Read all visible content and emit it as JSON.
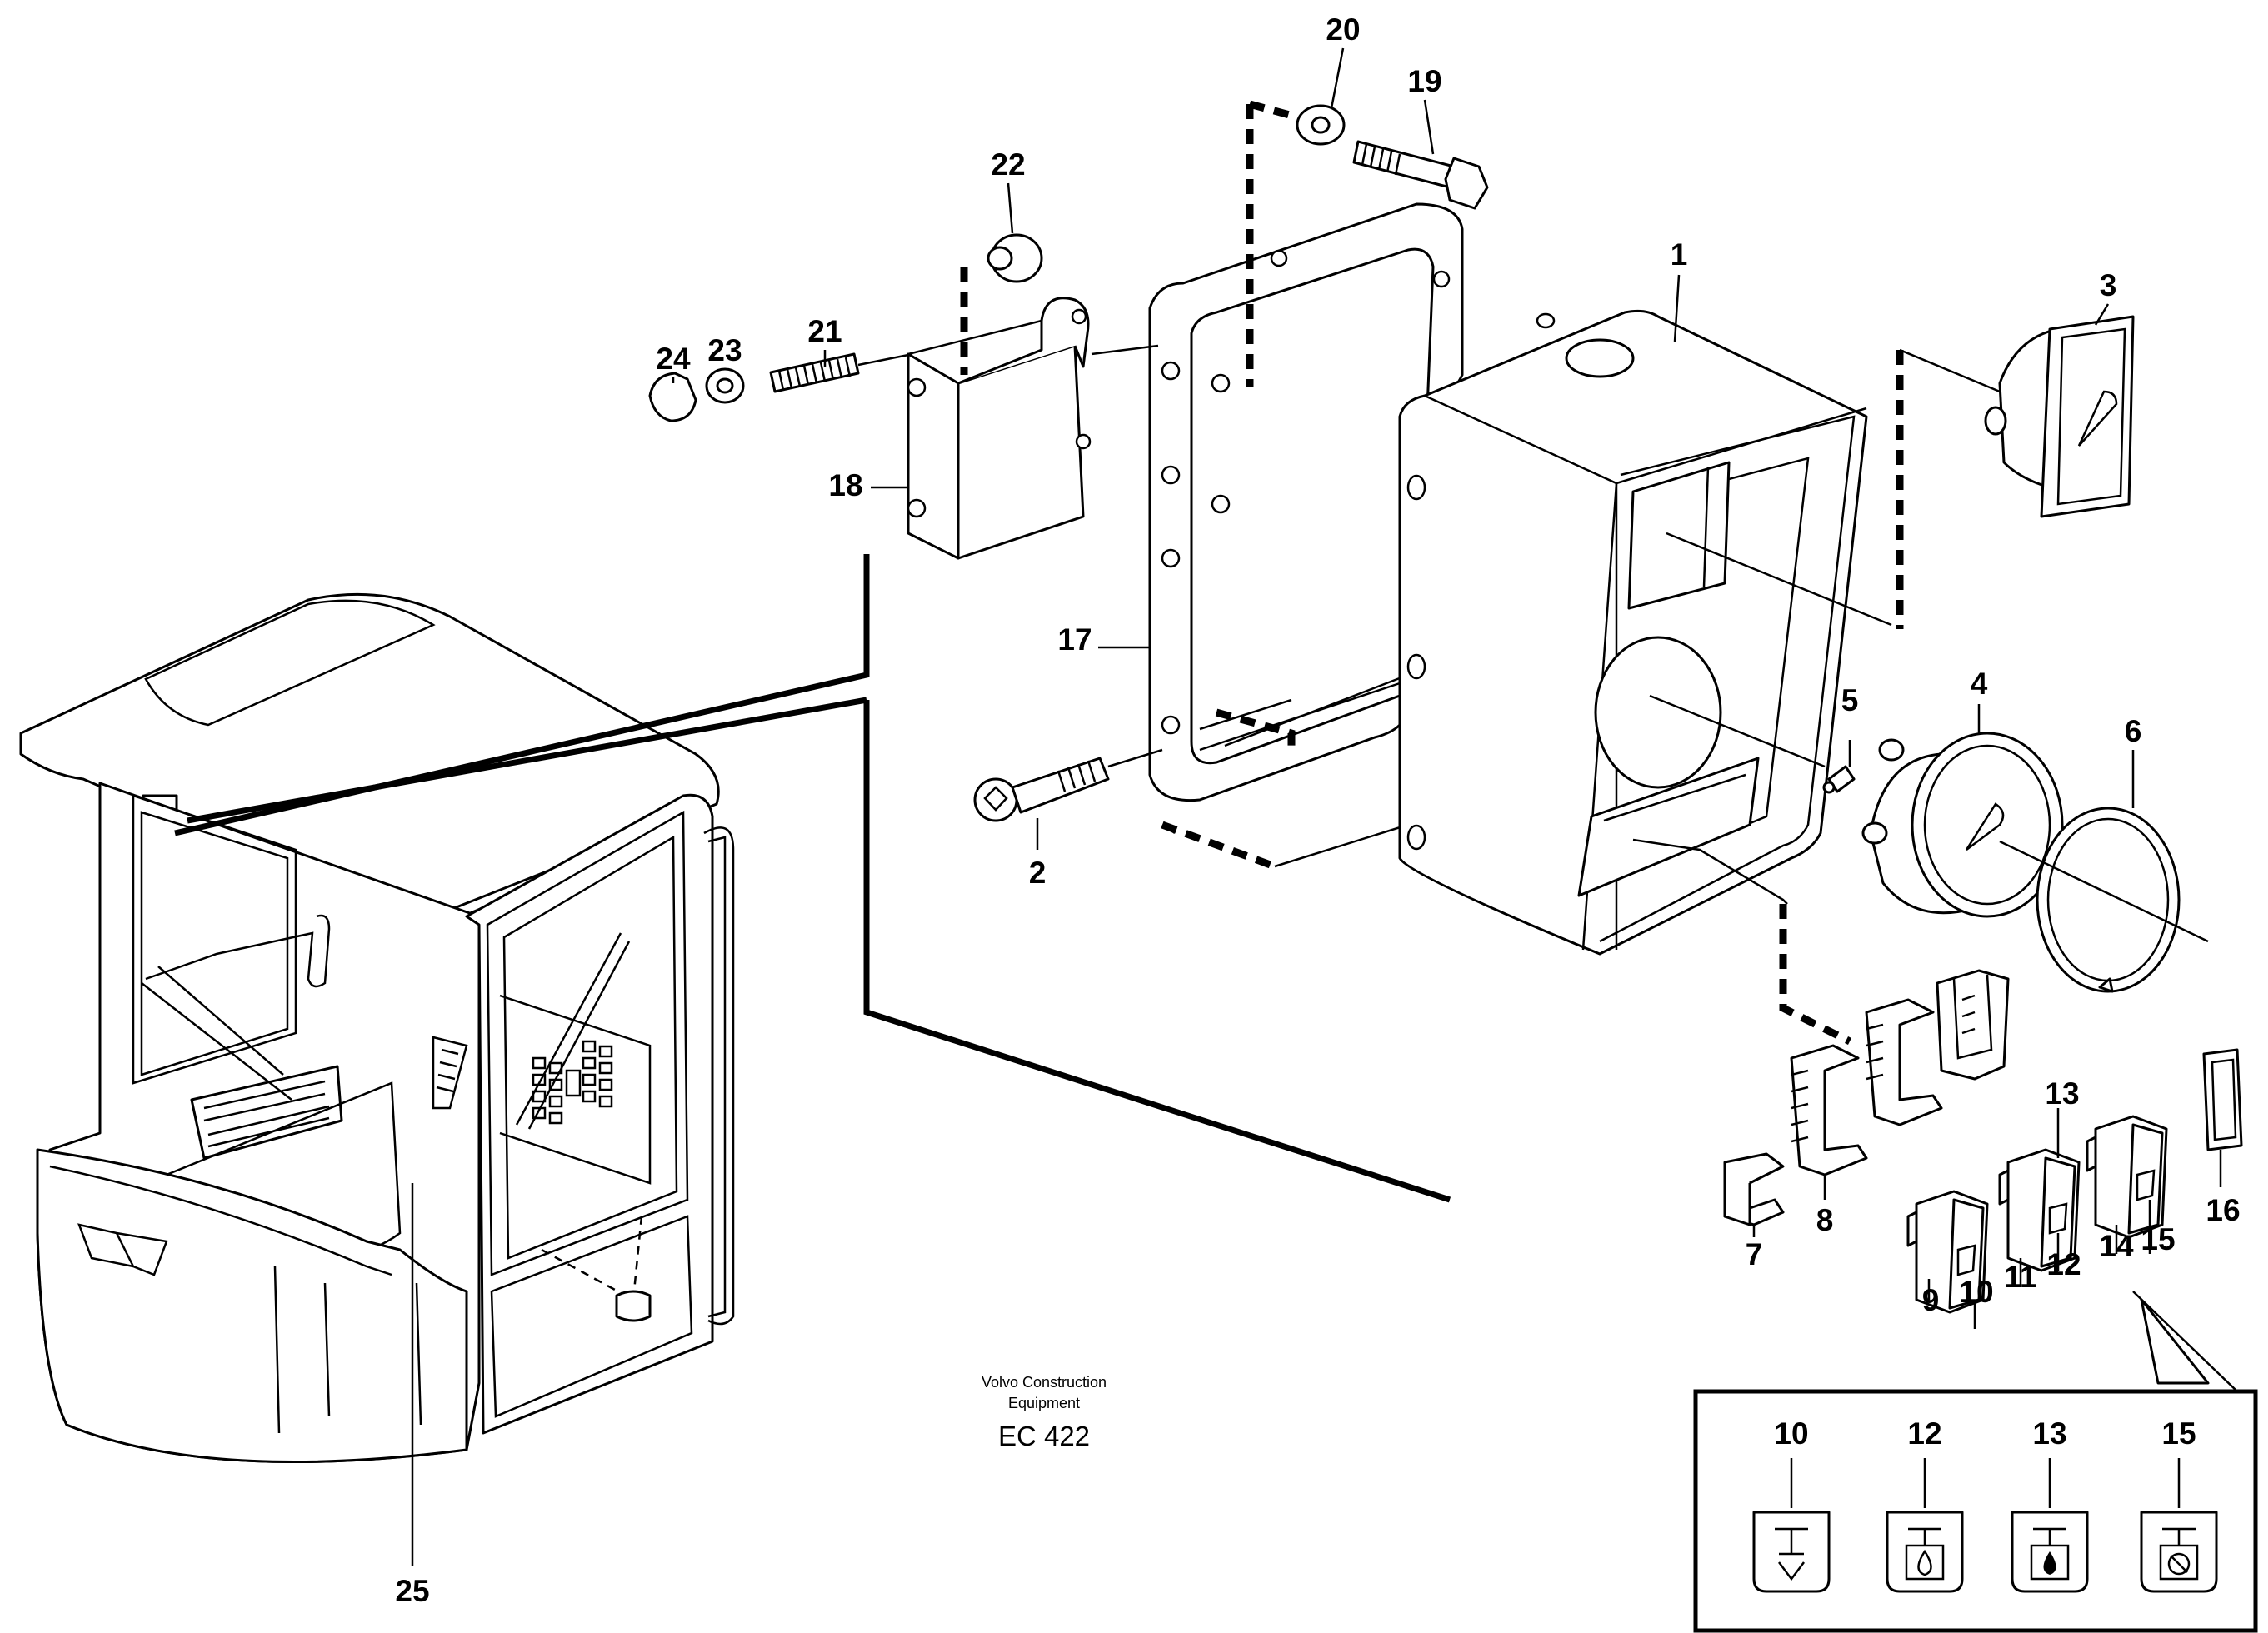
{
  "diagram": {
    "part_labels": {
      "p1": "1",
      "p2": "2",
      "p3": "3",
      "p4": "4",
      "p5": "5",
      "p6": "6",
      "p7": "7",
      "p8": "8",
      "p9": "9",
      "p10": "10",
      "p11": "11",
      "p12": "12",
      "p13": "13",
      "p14": "14",
      "p15": "15",
      "p16": "16",
      "p17": "17",
      "p18": "18",
      "p19": "19",
      "p20": "20",
      "p21": "21",
      "p22": "22",
      "p23": "23",
      "p24": "24",
      "p25": "25"
    },
    "detail_labels": [
      "10",
      "12",
      "13",
      "15"
    ],
    "caption": {
      "line1": "Volvo Construction",
      "line2": "Equipment",
      "code": "EC 422"
    }
  }
}
